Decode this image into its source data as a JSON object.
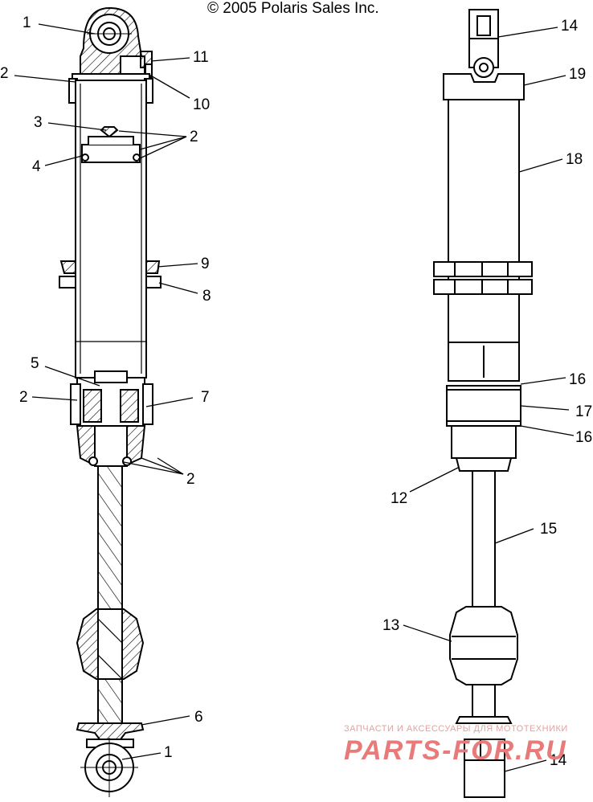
{
  "copyright": "© 2005 Polaris Sales Inc.",
  "callouts": [
    "1",
    "2",
    "3",
    "2",
    "4",
    "9",
    "8",
    "5",
    "2",
    "7",
    "2",
    "6",
    "1",
    "11",
    "10",
    "14",
    "19",
    "18",
    "16",
    "17",
    "16",
    "12",
    "15",
    "13",
    "14"
  ],
  "watermark": {
    "line1": "ЗАПЧАСТИ И АКСЕССУАРЫ ДЛЯ МОТОТЕХНИКИ",
    "line2": "PARTS-FOR.RU"
  },
  "colors": {
    "ink": "#000000",
    "background": "#ffffff",
    "watermark": "#e87a7a"
  }
}
